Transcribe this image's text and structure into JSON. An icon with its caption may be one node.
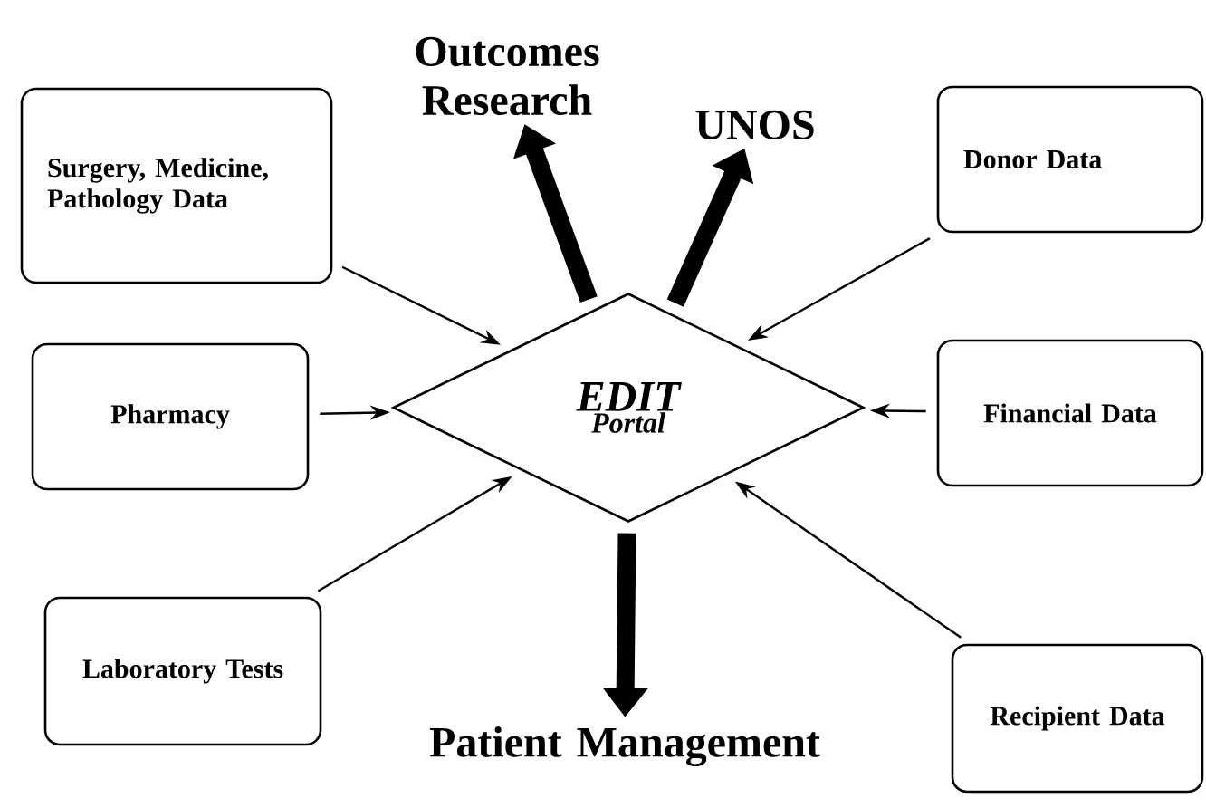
{
  "diagram": {
    "nodes": [
      {
        "text": [
          "Surgery, Medicine, Pathology Data"
        ]
      },
      {
        "text": [
          "Donor Data"
        ]
      },
      {
        "text": [
          "Pharmacy"
        ]
      },
      {
        "text": [
          "EDIT",
          "Portal"
        ]
      },
      {
        "text": [
          "Financial Data"
        ]
      },
      {
        "text": [
          "Laboratory Tests"
        ]
      },
      {
        "text": [
          "Recipient Data"
        ]
      },
      {
        "text": [
          "Outcomes Research"
        ]
      },
      {
        "text": [
          "UNOS"
        ]
      },
      {
        "text": [
          "Patient Management"
        ]
      }
    ],
    "edges": [
      {
        "from": 0,
        "to": 3,
        "arrow": "to"
      },
      {
        "from": 1,
        "to": 3,
        "arrow": "to"
      },
      {
        "from": 2,
        "to": 3,
        "arrow": "to"
      },
      {
        "from": 4,
        "to": 3,
        "arrow": "to"
      },
      {
        "from": 5,
        "to": 3,
        "arrow": "to"
      },
      {
        "from": 6,
        "to": 3,
        "arrow": "to"
      },
      {
        "from": 3,
        "to": 7,
        "arrow": "to",
        "style": "thick"
      },
      {
        "from": 3,
        "to": 8,
        "arrow": "to",
        "style": "thick"
      },
      {
        "from": 3,
        "to": 9,
        "arrow": "to",
        "style": "thick"
      }
    ]
  }
}
